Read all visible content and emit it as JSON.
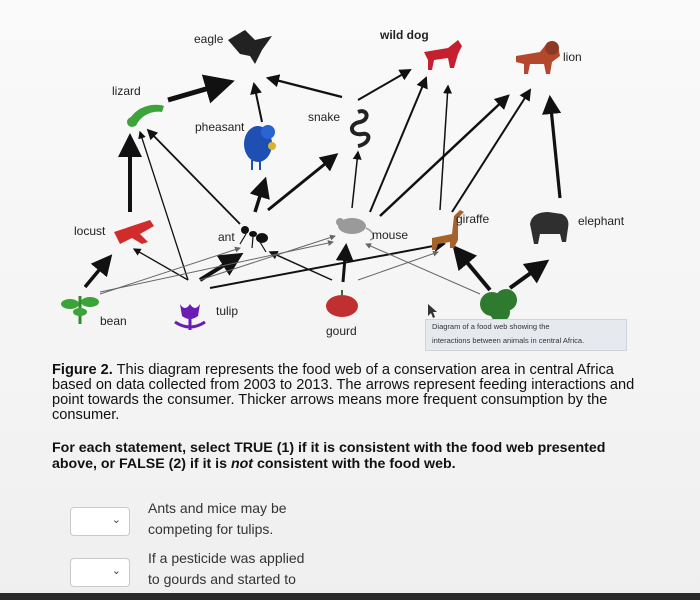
{
  "diagram": {
    "labels": {
      "eagle": "eagle",
      "wild_dog": "wild dog",
      "lion": "lion",
      "lizard": "lizard",
      "pheasant": "pheasant",
      "snake": "snake",
      "locust": "locust",
      "ant": "ant",
      "mouse": "mouse",
      "giraffe": "giraffe",
      "elephant": "elephant",
      "bean": "bean",
      "tulip": "tulip",
      "gourd": "gourd"
    },
    "caption_lines": [
      "Diagram of a food web showing the",
      "interactions between animals in central Africa."
    ]
  },
  "figure_caption": {
    "label": "Figure 2.",
    "text": " This diagram represents the food web of a conservation area in central Africa based on data collected from 2003 to 2013. The arrows represent feeding interactions and point towards the consumer. Thicker arrows means more frequent consumption by the consumer."
  },
  "instructions": {
    "part1": "For each statement, select TRUE (1) if it is consistent with the food web presented above, or FALSE (2) if it is ",
    "emph": "not",
    "part2": " consistent with the food web."
  },
  "statements": [
    {
      "line1": "Ants and mice may be",
      "line2": "competing for tulips.",
      "selected": ""
    },
    {
      "line1": "If a pesticide was applied",
      "line2": "to gourds and started to",
      "selected": ""
    }
  ],
  "icons": [
    "eagle-icon",
    "wild-dog-icon",
    "lion-icon",
    "lizard-icon",
    "pheasant-icon",
    "snake-icon",
    "locust-icon",
    "ant-icon",
    "mouse-icon",
    "giraffe-icon",
    "elephant-icon",
    "bean-icon",
    "tulip-icon",
    "gourd-icon",
    "shrub-icon",
    "chevron-down-icon"
  ]
}
